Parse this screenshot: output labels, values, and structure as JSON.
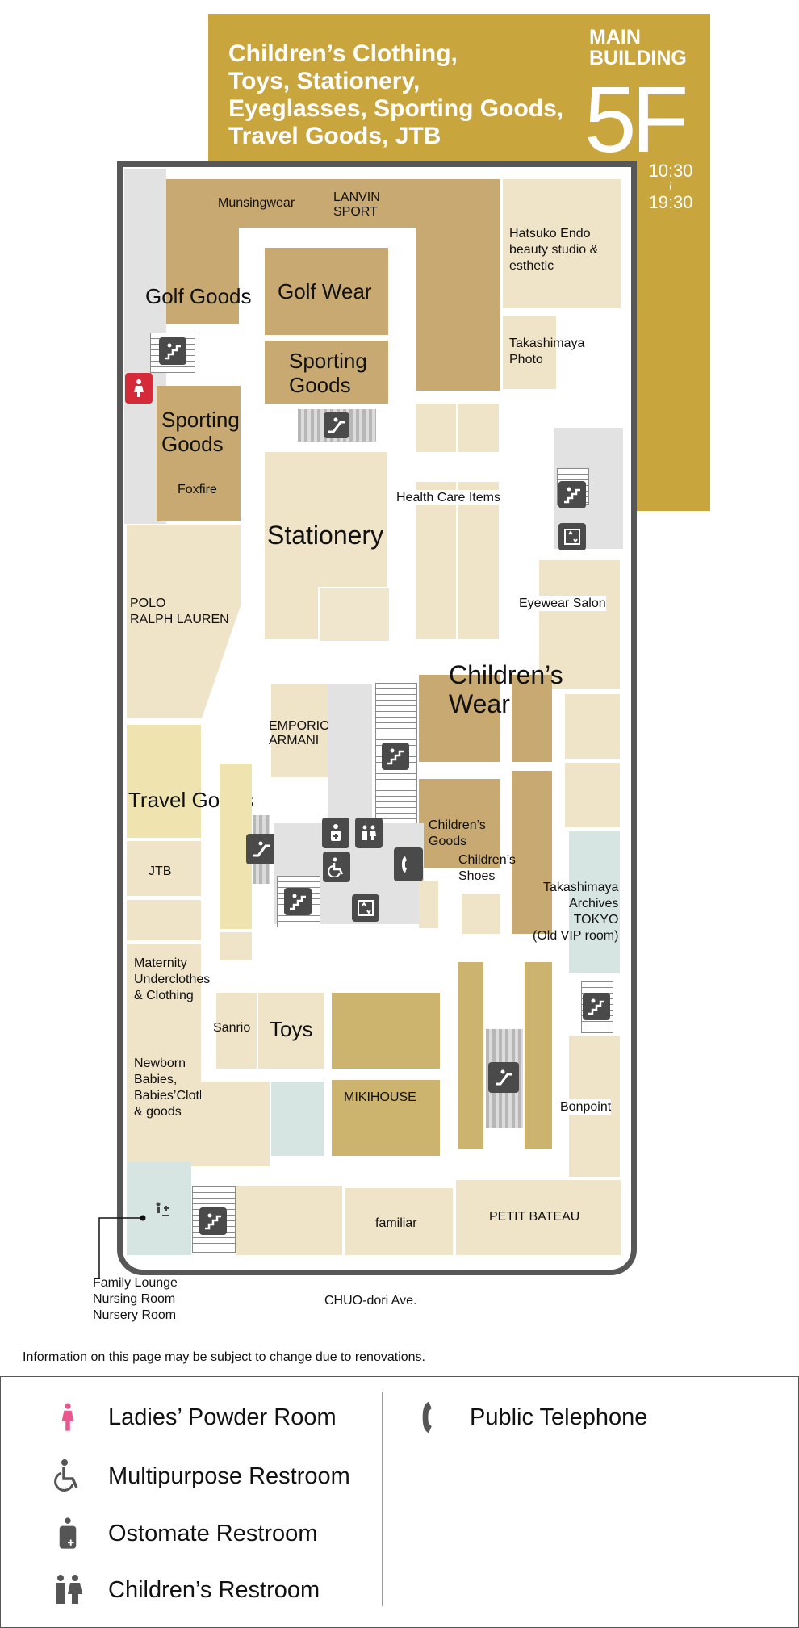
{
  "header": {
    "title_lines": [
      "Children’s Clothing,",
      "Toys, Stationery,",
      "Eyeglasses, Sporting Goods,",
      "Travel Goods, JTB"
    ],
    "building_line1": "MAIN",
    "building_line2": "BUILDING",
    "floor": "5F",
    "hours_open": "10:30",
    "hours_sep": "≀",
    "hours_close": "19:30"
  },
  "map": {
    "areas": {
      "munsingwear": "Munsingwear",
      "lanvin": "LANVIN\nSPORT",
      "golf_goods": "Golf Goods",
      "golf_wear": "Golf Wear",
      "sporting_goods_top": "Sporting\nGoods",
      "sporting_goods_left": "Sporting\nGoods",
      "foxfire": "Foxfire",
      "hatsuko": "Hatsuko Endo\nbeauty studio &\nesthetic",
      "takashimaya_photo": "Takashimaya\nPhoto",
      "stationery": "Stationery",
      "health_care": "Health Care Items",
      "polo": "POLO\nRALPH LAUREN",
      "eyewear": "Eyewear Salon",
      "childrens_wear": "Children’s\nWear",
      "emporio": "EMPORIO\nARMANI",
      "travel_goods": "Travel Goods",
      "childrens_goods": "Children’s\nGoods",
      "childrens_shoes": "Children’s\nShoes",
      "jtb": "JTB",
      "archives": "Takashimaya\nArchives\nTOKYO\n(Old VIP room)",
      "maternity": "Maternity\nUnderclothes\n& Clothing",
      "sanrio": "Sanrio",
      "toys": "Toys",
      "newborn": "Newborn\nBabies,\nBabies’Clothing\n& goods",
      "mikihouse": "MIKIHOUSE",
      "bonpoint": "Bonpoint",
      "familiar": "familiar",
      "petit_bateau": "PETIT BATEAU"
    },
    "family_lounge": "Family Lounge\nNursing Room\nNursery Room",
    "street": "CHUO-dori Ave."
  },
  "notice": "Information on this page may be subject to change due to renovations.",
  "legend": {
    "ladies": "Ladies’ Powder Room",
    "multipurpose": "Multipurpose Restroom",
    "ostomate": "Ostomate Restroom",
    "childrens": "Children’s Restroom",
    "telephone": "Public Telephone"
  },
  "icons": [
    "ladies-restroom-icon",
    "escalator-icon",
    "stairs-icon",
    "elevator-icon",
    "multipurpose-restroom-icon",
    "ostomate-restroom-icon",
    "childrens-restroom-icon",
    "telephone-icon",
    "nursing-icon"
  ],
  "colors": {
    "header_gold": "#c9a53e",
    "store_gold": "#c7a971",
    "store_tan": "#efe3c8",
    "ladies_red": "#d42a3a",
    "legend_pink": "#e8588f"
  }
}
